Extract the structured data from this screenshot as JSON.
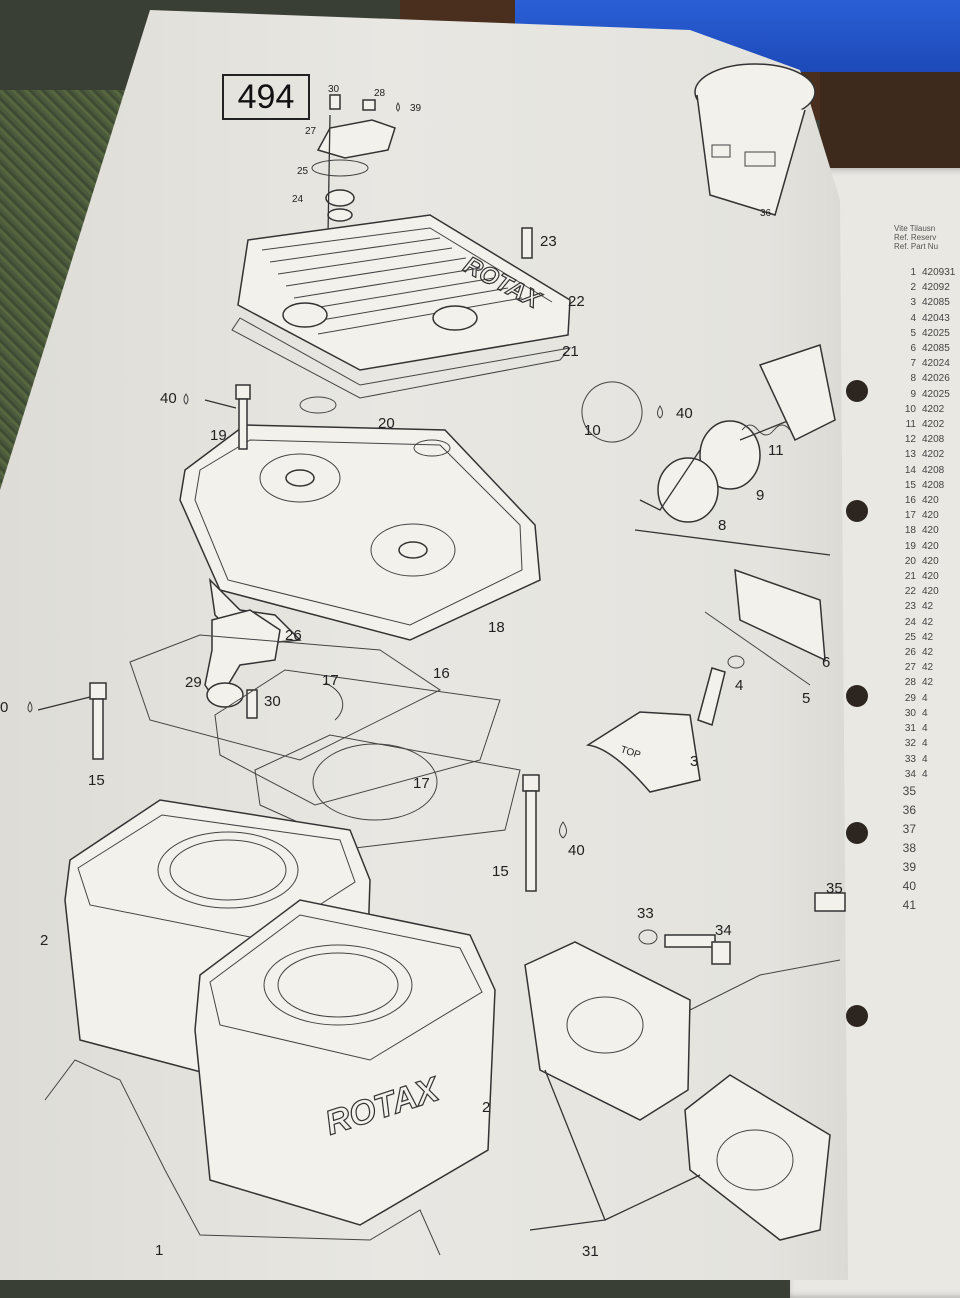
{
  "page_number": "494",
  "header": {
    "lines": [
      "Vite  Tilausn",
      "Ref.  Reserv",
      "Ref.  Part Nu"
    ]
  },
  "part_rows_upper": [
    {
      "n": "1",
      "p": "420931"
    },
    {
      "n": "2",
      "p": "42092"
    },
    {
      "n": "3",
      "p": "42085"
    },
    {
      "n": "4",
      "p": "42043"
    },
    {
      "n": "5",
      "p": "42025"
    },
    {
      "n": "6",
      "p": "42085"
    },
    {
      "n": "7",
      "p": "42024"
    },
    {
      "n": "8",
      "p": "42026"
    },
    {
      "n": "9",
      "p": "42025"
    },
    {
      "n": "10",
      "p": "4202"
    },
    {
      "n": "11",
      "p": "4202"
    },
    {
      "n": "12",
      "p": "4208"
    },
    {
      "n": "13",
      "p": "4202"
    },
    {
      "n": "14",
      "p": "4208"
    },
    {
      "n": "15",
      "p": "4208"
    },
    {
      "n": "16",
      "p": "420"
    },
    {
      "n": "17",
      "p": "420"
    },
    {
      "n": "18",
      "p": "420"
    },
    {
      "n": "19",
      "p": "420"
    },
    {
      "n": "20",
      "p": "420"
    },
    {
      "n": "21",
      "p": "420"
    },
    {
      "n": "22",
      "p": "420"
    },
    {
      "n": "23",
      "p": "42"
    },
    {
      "n": "24",
      "p": "42"
    },
    {
      "n": "25",
      "p": "42"
    },
    {
      "n": "26",
      "p": "42"
    },
    {
      "n": "27",
      "p": "42"
    },
    {
      "n": "28",
      "p": "42"
    },
    {
      "n": "29",
      "p": "4"
    },
    {
      "n": "30",
      "p": "4"
    },
    {
      "n": "31",
      "p": "4"
    },
    {
      "n": "32",
      "p": "4"
    },
    {
      "n": "33",
      "p": "4"
    },
    {
      "n": "34",
      "p": "4"
    }
  ],
  "part_rows_lower": [
    "35",
    "36",
    "37",
    "38",
    "39",
    "40",
    "41"
  ],
  "callouts": {
    "c1": "1",
    "c2a": "2",
    "c2b": "2",
    "c3": "3",
    "c4": "4",
    "c5": "5",
    "c6": "6",
    "c8": "8",
    "c9": "9",
    "c10": "10",
    "c11": "11",
    "c15a": "15",
    "c15b": "15",
    "c16": "16",
    "c17a": "17",
    "c17b": "17",
    "c18": "18",
    "c19": "19",
    "c20": "20",
    "c21": "21",
    "c22": "22",
    "c23": "23",
    "c24": "24",
    "c25": "25",
    "c26": "26",
    "c27": "27",
    "c28": "28",
    "c29": "29",
    "c30a": "30",
    "c30b": "30",
    "c31": "31",
    "c33": "33",
    "c34": "34",
    "c35": "35",
    "c36": "36",
    "c39": "39",
    "c40a": "40",
    "c40b": "40",
    "c40c": "40",
    "c40d": "0"
  },
  "brand_marks": {
    "cover": "ROTAX",
    "cylinder": "ROTAX"
  },
  "piston_label": "TOP"
}
